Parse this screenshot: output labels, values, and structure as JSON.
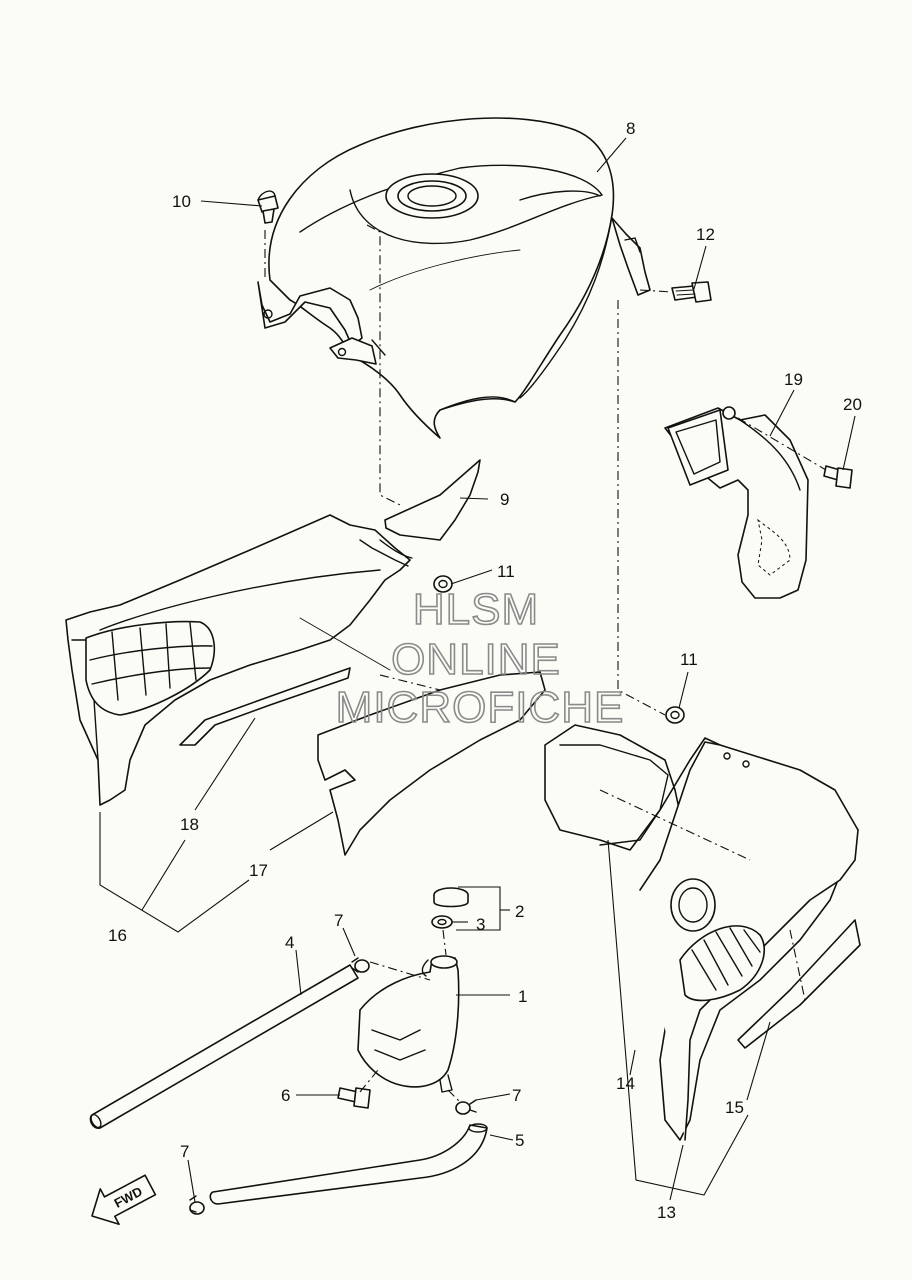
{
  "watermark": {
    "line1": "HLSM",
    "line2": "ONLINE",
    "line3": "MICROFICHE"
  },
  "direction_arrow": {
    "label": "FWD",
    "icon": "forward-arrow-icon"
  },
  "callouts": {
    "c1": "1",
    "c2": "2",
    "c3": "3",
    "c4": "4",
    "c5": "5",
    "c6": "6",
    "c7a": "7",
    "c7b": "7",
    "c7c": "7",
    "c8": "8",
    "c9": "9",
    "c10": "10",
    "c11a": "11",
    "c11b": "11",
    "c12": "12",
    "c13": "13",
    "c14": "14",
    "c15": "15",
    "c16": "16",
    "c17": "17",
    "c18": "18",
    "c19": "19",
    "c20": "20"
  }
}
